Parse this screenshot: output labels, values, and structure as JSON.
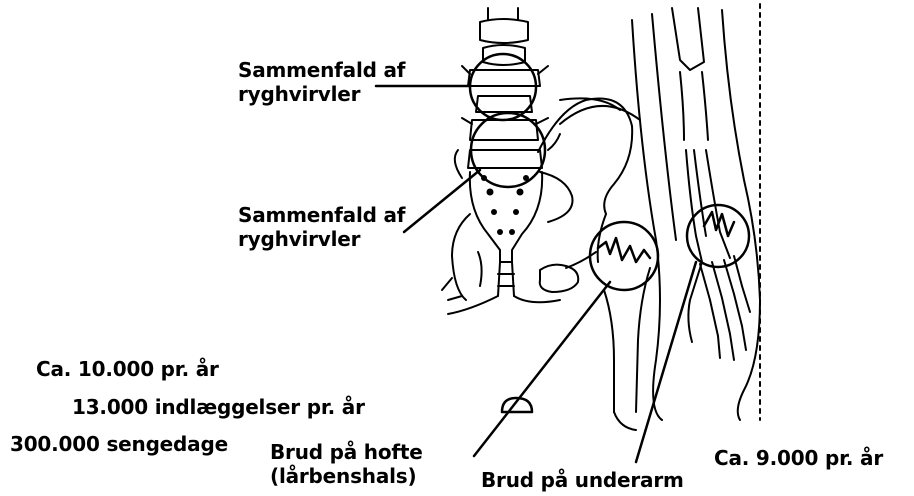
{
  "labels": {
    "vertebra_upper": [
      "Sammenfald af",
      "ryghvirvler"
    ],
    "vertebra_lower": [
      "Sammenfald af",
      "ryghvirvler"
    ],
    "hip_fracture": [
      "Brud på hofte",
      "(lårbenshals)"
    ],
    "forearm_fracture": "Brud på underarm",
    "forearm_count": "Ca. 9.000 pr. år"
  },
  "stats": {
    "per_year": "Ca. 10.000 pr. år",
    "admissions": "13.000 indlæggelser pr. år",
    "bed_days": "300.000 sengedage"
  },
  "colors": {
    "ink": "#000000",
    "background": "#ffffff"
  }
}
